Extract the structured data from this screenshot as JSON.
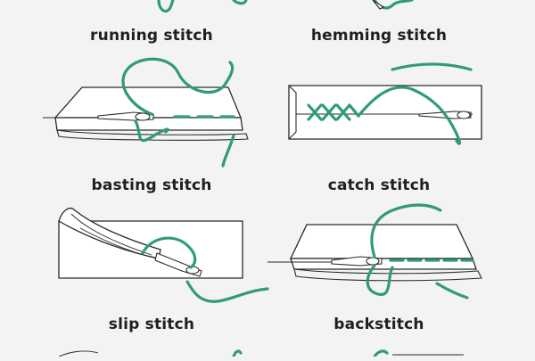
{
  "labels": {
    "running": "running stitch",
    "hemming": "hemming stitch",
    "basting": "basting stitch",
    "catch": "catch stitch",
    "slip": "slip stitch",
    "back": "backstitch"
  },
  "colors": {
    "thread": "#2f9a7d",
    "outline": "#2a2a2a",
    "background": "#f3f3f3"
  }
}
